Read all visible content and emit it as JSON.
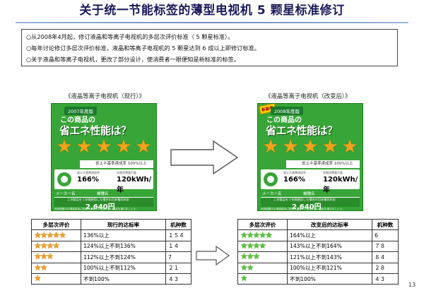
{
  "slide": {
    "title": "关于统一节能标签的薄型电视机 5 颗星标准修订",
    "intro": [
      "○从2008年4月起，修订液晶和等离子电视机的多层次评价标准（ 5 颗星标准）。",
      "○每年讨论修订多层次评价标准，液晶和等离子电视机的 5 颗星达到 6 成以上即修订标准。",
      "○关于液晶和等离子电视机，更改了部分设计，使消费者一眼便知是新标准的标签。"
    ],
    "page_number": "13"
  },
  "left_label": {
    "caption": "《液晶等离子电视机（现行）》",
    "year": "2007年度版",
    "headline1": "この商品の",
    "headline2": "省エネ性能は？",
    "achievement": "省エネ基準達成率 100%以上",
    "micro1": "省エネ基準達成率",
    "micro2": "年間消費電力量",
    "percent": "166%",
    "kwh": "120kWh/年",
    "maker_label": "メーカー名",
    "model_label": "機種名",
    "cost_note": "この製品を１年間使用した場合の目安電気料金",
    "price": "2,640円",
    "fine_print": "使用期間中の環境負荷に配慮し、省エネ性能の高い製品を選びましょう。",
    "star_count": 5
  },
  "right_label": {
    "caption": "《液晶等离子电视机（改变后）》",
    "new_badge": "新基準",
    "year": "2008年度版",
    "headline1": "この商品の",
    "headline2": "省エネ性能は？",
    "achievement": "省エネ基準達成率 100%以上",
    "micro1": "省エネ基準達成率",
    "micro2": "年間消費電力量",
    "percent": "166%",
    "kwh": "120kWh/年",
    "maker_label": "メーカー名",
    "model_label": "機種名",
    "cost_note": "この製品を１年間使用した場合の目安電気料金",
    "price": "2,640円",
    "fine_print": "使用期間中の環境負荷に配慮し、省エネ性能の高い製品を選びましょう。",
    "star_count": 5
  },
  "current_table": {
    "headers": [
      "多层次评价",
      "现行的达标率",
      "机种数"
    ],
    "rows": [
      {
        "stars": 5,
        "rate": "136%以上",
        "count": "１５４"
      },
      {
        "stars": 4,
        "rate": "124%以上不到136%",
        "count": "１４"
      },
      {
        "stars": 3,
        "rate": "112%以上不到124%",
        "count": "7"
      },
      {
        "stars": 2,
        "rate": "100%以上不到112%",
        "count": "２１"
      },
      {
        "stars": 1,
        "rate": "不到100%",
        "count": "４３"
      }
    ]
  },
  "revised_table": {
    "headers": [
      "多层次评价",
      "改变后的达标率",
      "机种数"
    ],
    "rows": [
      {
        "stars": 5,
        "rate": "164%以上",
        "count": "6"
      },
      {
        "stars": 4,
        "rate": "143%以上不到164%",
        "count": "７８"
      },
      {
        "stars": 3,
        "rate": "121%以上不到143%",
        "count": "８４"
      },
      {
        "stars": 2,
        "rate": "100%以上不到121%",
        "count": "２８"
      },
      {
        "stars": 1,
        "rate": "不到100%",
        "count": "４３"
      }
    ]
  },
  "colors": {
    "label_green": "#37a537",
    "current_star": "#f0a020",
    "revised_star": "#59c23a",
    "title_text": "#1a1a5a"
  }
}
